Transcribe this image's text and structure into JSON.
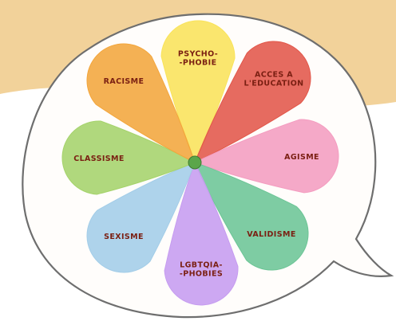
{
  "colors": {
    "banner": "#f2d29a",
    "bubble_fill": "#fffdfb",
    "bubble_stroke": "#6e6e6e",
    "label_text": "#7a1f12",
    "center": "#5ba64a"
  },
  "petals": [
    {
      "id": "psychophobie",
      "lines": [
        "PSYCHO-",
        "-PHOBIE"
      ],
      "color": "#f9e35a"
    },
    {
      "id": "acces-education",
      "lines": [
        "ACCES A",
        "L'EDUCATION"
      ],
      "color": "#e2574a"
    },
    {
      "id": "agisme",
      "lines": [
        "AGISME"
      ],
      "color": "#f49dc0"
    },
    {
      "id": "validisme",
      "lines": [
        "VALIDISME"
      ],
      "color": "#6cc596"
    },
    {
      "id": "lgbtqia-phobies",
      "lines": [
        "LGBTQIA-",
        "-PHOBIES"
      ],
      "color": "#c69cf0"
    },
    {
      "id": "sexisme",
      "lines": [
        "SEXISME"
      ],
      "color": "#a3cde8"
    },
    {
      "id": "classisme",
      "lines": [
        "CLASSISME"
      ],
      "color": "#a5d36b"
    },
    {
      "id": "racisme",
      "lines": [
        "RACISME"
      ],
      "color": "#f3a63c"
    }
  ]
}
